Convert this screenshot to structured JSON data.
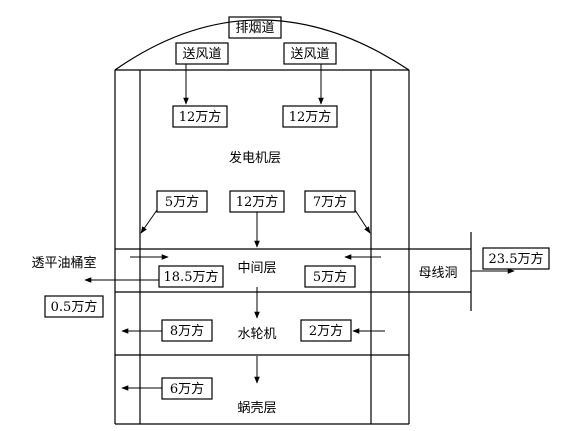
{
  "labels": {
    "exhaust_duct": "排烟道",
    "supply_duct_left": "送风道",
    "supply_duct_right": "送风道",
    "supply_left_flow": "12万方",
    "supply_right_flow": "12万方",
    "generator_floor": "发电机层",
    "gen_left_flow": "5万方",
    "gen_center_flow": "12万方",
    "gen_right_flow": "7万方",
    "middle_floor": "中间层",
    "middle_left_flow": "18.5万方",
    "middle_right_flow": "5万方",
    "oil_tank_room": "透平油桶室",
    "oil_tank_flow": "0.5万方",
    "busbar_tunnel": "母线洞",
    "busbar_flow": "23.5万方",
    "turbine_floor": "水轮机",
    "turbine_left_flow": "8万方",
    "turbine_right_flow": "2万方",
    "volute_floor": "蜗壳层",
    "volute_left_flow": "6万方"
  }
}
